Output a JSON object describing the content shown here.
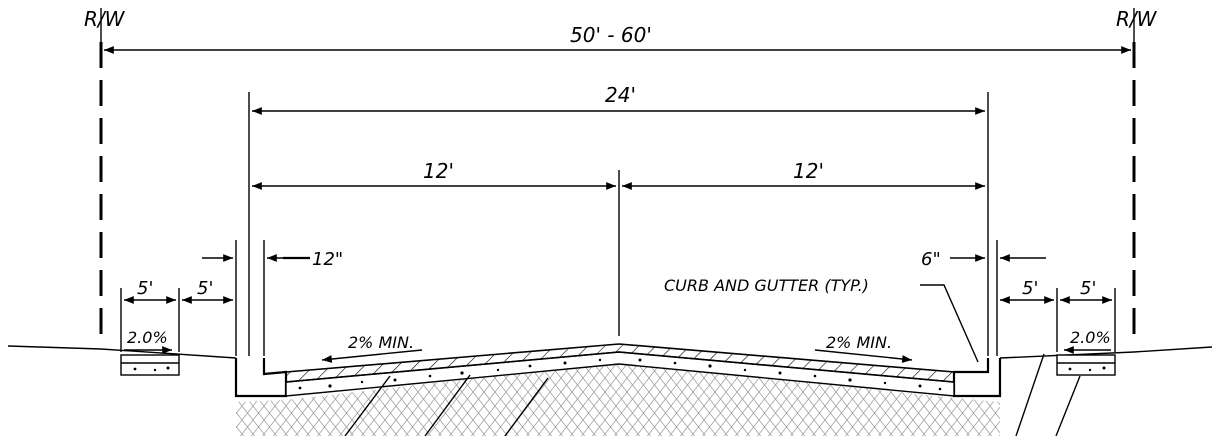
{
  "labels": {
    "rw_left": "R/W",
    "rw_right": "R/W",
    "row_width": "50' - 60'",
    "pavement_width": "24'",
    "lane_left": "12'",
    "lane_right": "12'",
    "curb_left": "12\"",
    "curb_right": "6\"",
    "walk_left": "5'",
    "buffer_left": "5'",
    "buffer_right": "5'",
    "walk_right": "5'",
    "slope_walk_left": "2.0%",
    "slope_walk_right": "2.0%",
    "cross_slope_left": "2% MIN.",
    "cross_slope_right": "2% MIN.",
    "callout_curb": "CURB AND GUTTER (TYP.)"
  }
}
